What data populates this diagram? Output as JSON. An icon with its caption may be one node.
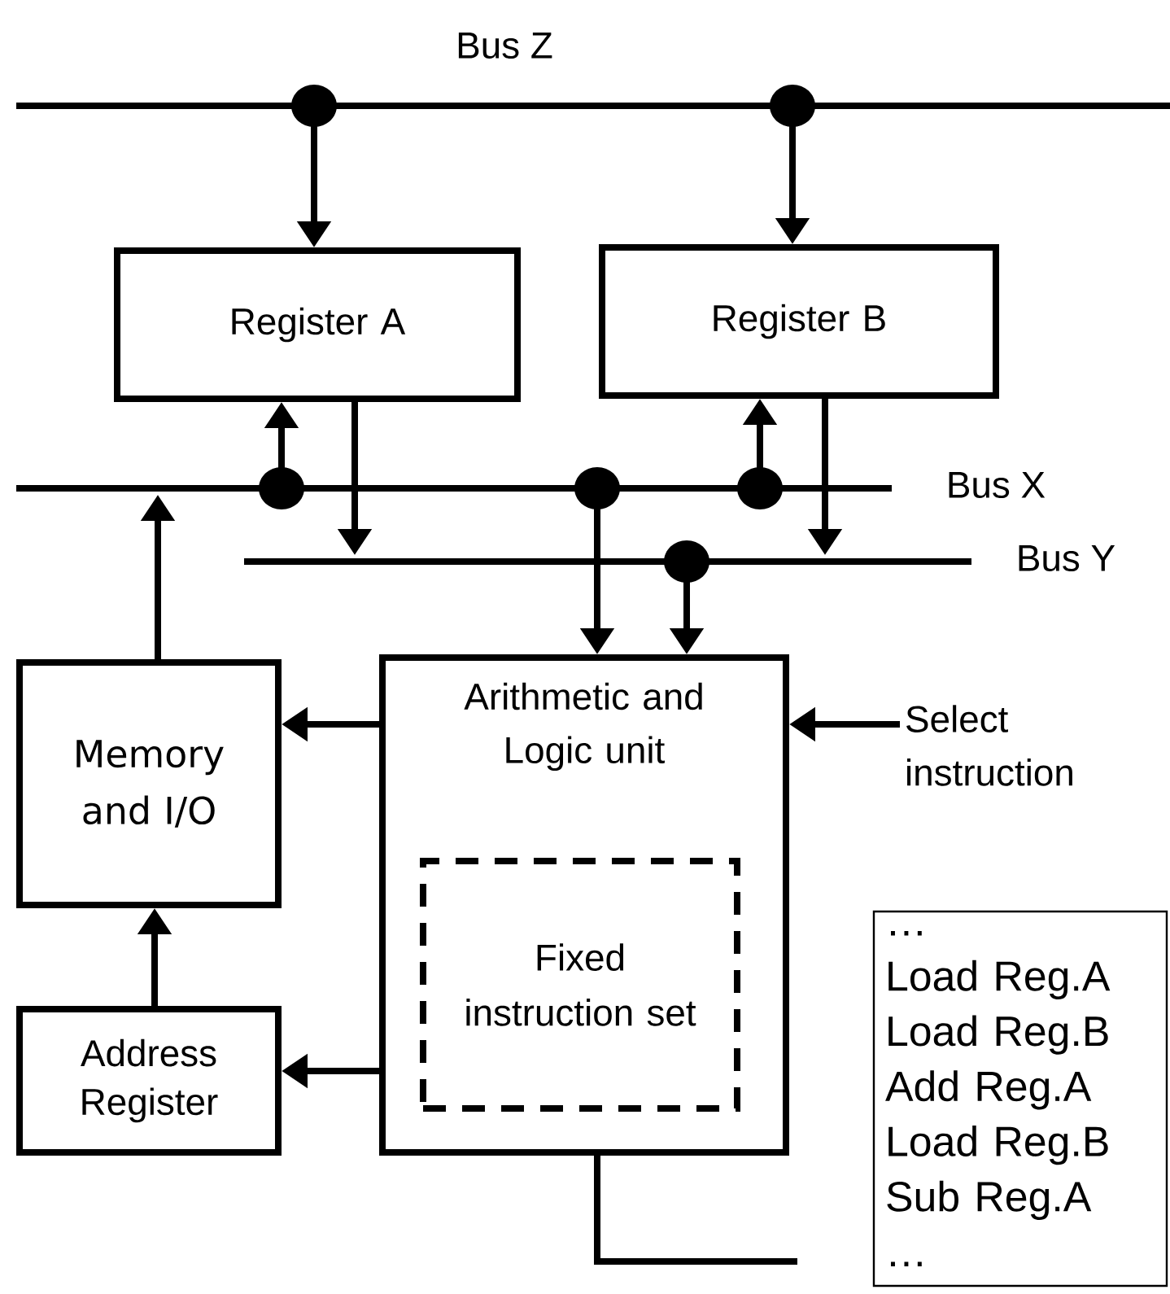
{
  "diagram": {
    "nodes": [
      {
        "text": [],
        "shape": "bar",
        "beside": [
          "Bus Z"
        ]
      },
      {
        "text": [
          "Register A"
        ]
      },
      {
        "text": [
          "Register B"
        ]
      },
      {
        "text": [],
        "shape": "bar",
        "beside": [
          "Bus X"
        ]
      },
      {
        "text": [],
        "shape": "bar",
        "beside": [
          "Bus Y"
        ]
      },
      {
        "text": [
          "Memory and I/O"
        ]
      },
      {
        "text": [
          "Arithmetic and Logic unit"
        ]
      },
      {
        "text": [
          "Fixed instruction set"
        ],
        "in": 6
      },
      {
        "text": [
          "Select instruction"
        ]
      },
      {
        "text": [
          "Address Register"
        ]
      },
      {
        "text": [
          "…",
          "Load Reg.A",
          "Load Reg.B",
          "Add   Reg.A",
          "Load Reg.B",
          "Sub   Reg.A",
          "…"
        ]
      }
    ],
    "edges": [
      {
        "from": 0,
        "to": 1,
        "arrow": "to"
      },
      {
        "from": 0,
        "to": 2,
        "arrow": "to"
      },
      {
        "from": 3,
        "to": 1,
        "arrow": "to"
      },
      {
        "from": 1,
        "to": 4,
        "arrow": "to"
      },
      {
        "from": 3,
        "to": 2,
        "arrow": "to"
      },
      {
        "from": 2,
        "to": 4,
        "arrow": "to"
      },
      {
        "from": 3,
        "to": 6,
        "arrow": "to"
      },
      {
        "from": 4,
        "to": 6,
        "arrow": "to"
      },
      {
        "from": 5,
        "to": 3,
        "arrow": "to"
      },
      {
        "from": 6,
        "to": 5,
        "arrow": "to"
      },
      {
        "from": 6,
        "to": 9,
        "arrow": "to"
      },
      {
        "from": 9,
        "to": 5,
        "arrow": "to"
      },
      {
        "from": 8,
        "to": 6,
        "arrow": "to"
      },
      {
        "from": 6,
        "to": null,
        "arrow": "none"
      }
    ]
  }
}
